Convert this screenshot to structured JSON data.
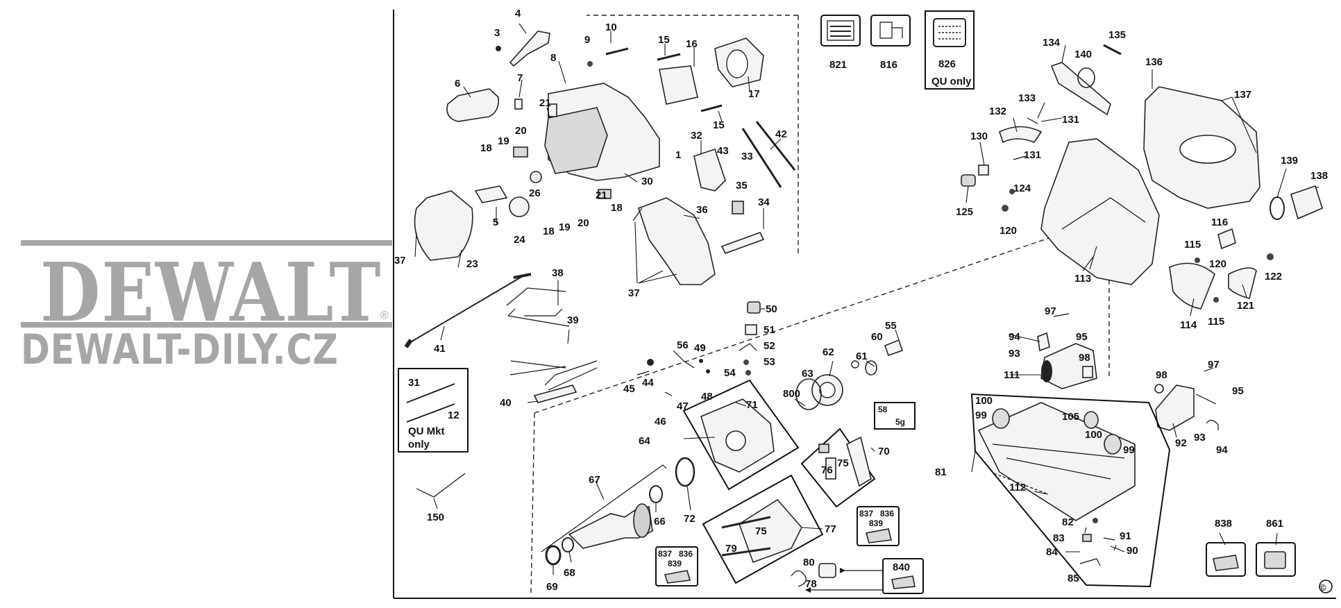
{
  "brand": {
    "name": "DEWALT",
    "registered_mark": "®",
    "website": "DEWALT-DILY.CZ"
  },
  "copyright_mark": "©",
  "boxes": {
    "qu_mkt_only": {
      "label_line1": "QU Mkt",
      "label_line2": "only",
      "parts": [
        "31",
        "12"
      ]
    },
    "qu_only": {
      "part": "826",
      "label": "QU only"
    },
    "doc_821": "821",
    "doc_816": "816"
  },
  "callouts": [
    {
      "id": "p3",
      "text": "3"
    },
    {
      "id": "p4",
      "text": "4"
    },
    {
      "id": "p9",
      "text": "9"
    },
    {
      "id": "p10",
      "text": "10"
    },
    {
      "id": "p15a",
      "text": "15"
    },
    {
      "id": "p16",
      "text": "16"
    },
    {
      "id": "p17",
      "text": "17"
    },
    {
      "id": "p8",
      "text": "8"
    },
    {
      "id": "p6",
      "text": "6"
    },
    {
      "id": "p7",
      "text": "7"
    },
    {
      "id": "p21a",
      "text": "21"
    },
    {
      "id": "p15b",
      "text": "15"
    },
    {
      "id": "p20a",
      "text": "20"
    },
    {
      "id": "p18a",
      "text": "18"
    },
    {
      "id": "p19a",
      "text": "19"
    },
    {
      "id": "p32",
      "text": "32"
    },
    {
      "id": "p42",
      "text": "42"
    },
    {
      "id": "p43",
      "text": "43"
    },
    {
      "id": "p33",
      "text": "33"
    },
    {
      "id": "p1",
      "text": "1"
    },
    {
      "id": "p30",
      "text": "30"
    },
    {
      "id": "p21b",
      "text": "21"
    },
    {
      "id": "p18b",
      "text": "18"
    },
    {
      "id": "p26",
      "text": "26"
    },
    {
      "id": "p35",
      "text": "35"
    },
    {
      "id": "p5",
      "text": "5"
    },
    {
      "id": "p18c",
      "text": "18"
    },
    {
      "id": "p19b",
      "text": "19"
    },
    {
      "id": "p20b",
      "text": "20"
    },
    {
      "id": "p34",
      "text": "34"
    },
    {
      "id": "p36",
      "text": "36"
    },
    {
      "id": "p24",
      "text": "24"
    },
    {
      "id": "p23",
      "text": "23"
    },
    {
      "id": "p37a",
      "text": "37"
    },
    {
      "id": "p37b",
      "text": "37"
    },
    {
      "id": "p38",
      "text": "38"
    },
    {
      "id": "p41",
      "text": "41"
    },
    {
      "id": "p39",
      "text": "39"
    },
    {
      "id": "p40",
      "text": "40"
    },
    {
      "id": "p50",
      "text": "50"
    },
    {
      "id": "p51",
      "text": "51"
    },
    {
      "id": "p52",
      "text": "52"
    },
    {
      "id": "p53",
      "text": "53"
    },
    {
      "id": "p54",
      "text": "54"
    },
    {
      "id": "p56",
      "text": "56"
    },
    {
      "id": "p49",
      "text": "49"
    },
    {
      "id": "p45",
      "text": "45"
    },
    {
      "id": "p44",
      "text": "44"
    },
    {
      "id": "p48",
      "text": "48"
    },
    {
      "id": "p47",
      "text": "47"
    },
    {
      "id": "p46",
      "text": "46"
    },
    {
      "id": "p71",
      "text": "71"
    },
    {
      "id": "p64",
      "text": "64"
    },
    {
      "id": "p62",
      "text": "62"
    },
    {
      "id": "p61",
      "text": "61"
    },
    {
      "id": "p60",
      "text": "60"
    },
    {
      "id": "p55",
      "text": "55"
    },
    {
      "id": "p63",
      "text": "63"
    },
    {
      "id": "p58",
      "text": "58"
    },
    {
      "id": "p800",
      "text": "800"
    },
    {
      "id": "p70",
      "text": "70"
    },
    {
      "id": "p76",
      "text": "76"
    },
    {
      "id": "p75a",
      "text": "75"
    },
    {
      "id": "p67",
      "text": "67"
    },
    {
      "id": "p66",
      "text": "66"
    },
    {
      "id": "p72",
      "text": "72"
    },
    {
      "id": "p68",
      "text": "68"
    },
    {
      "id": "p69",
      "text": "69"
    },
    {
      "id": "p150",
      "text": "150"
    },
    {
      "id": "p79",
      "text": "79"
    },
    {
      "id": "p75b",
      "text": "75"
    },
    {
      "id": "p77",
      "text": "77"
    },
    {
      "id": "p80",
      "text": "80"
    },
    {
      "id": "p78",
      "text": "78"
    },
    {
      "id": "p134",
      "text": "134"
    },
    {
      "id": "p135",
      "text": "135"
    },
    {
      "id": "p140",
      "text": "140"
    },
    {
      "id": "p136",
      "text": "136"
    },
    {
      "id": "p137",
      "text": "137"
    },
    {
      "id": "p133",
      "text": "133"
    },
    {
      "id": "p131a",
      "text": "131"
    },
    {
      "id": "p132",
      "text": "132"
    },
    {
      "id": "p130",
      "text": "130"
    },
    {
      "id": "p131b",
      "text": "131"
    },
    {
      "id": "p139",
      "text": "139"
    },
    {
      "id": "p138",
      "text": "138"
    },
    {
      "id": "p124",
      "text": "124"
    },
    {
      "id": "p125",
      "text": "125"
    },
    {
      "id": "p120a",
      "text": "120"
    },
    {
      "id": "p116",
      "text": "116"
    },
    {
      "id": "p113",
      "text": "113"
    },
    {
      "id": "p115a",
      "text": "115"
    },
    {
      "id": "p120b",
      "text": "120"
    },
    {
      "id": "p122",
      "text": "122"
    },
    {
      "id": "p121",
      "text": "121"
    },
    {
      "id": "p114",
      "text": "114"
    },
    {
      "id": "p115b",
      "text": "115"
    },
    {
      "id": "p97a",
      "text": "97"
    },
    {
      "id": "p94a",
      "text": "94"
    },
    {
      "id": "p95a",
      "text": "95"
    },
    {
      "id": "p93a",
      "text": "93"
    },
    {
      "id": "p98a",
      "text": "98"
    },
    {
      "id": "p111",
      "text": "111"
    },
    {
      "id": "p98b",
      "text": "98"
    },
    {
      "id": "p97b",
      "text": "97"
    },
    {
      "id": "p95b",
      "text": "95"
    },
    {
      "id": "p100a",
      "text": "100"
    },
    {
      "id": "p99a",
      "text": "99"
    },
    {
      "id": "p105",
      "text": "105"
    },
    {
      "id": "p100b",
      "text": "100"
    },
    {
      "id": "p99b",
      "text": "99"
    },
    {
      "id": "p92",
      "text": "92"
    },
    {
      "id": "p93b",
      "text": "93"
    },
    {
      "id": "p94b",
      "text": "94"
    },
    {
      "id": "p81",
      "text": "81"
    },
    {
      "id": "p112",
      "text": "112"
    },
    {
      "id": "p82",
      "text": "82"
    },
    {
      "id": "p83",
      "text": "83"
    },
    {
      "id": "p91",
      "text": "91"
    },
    {
      "id": "p84",
      "text": "84"
    },
    {
      "id": "p90",
      "text": "90"
    },
    {
      "id": "p85",
      "text": "85"
    },
    {
      "id": "p838",
      "text": "838"
    },
    {
      "id": "p861",
      "text": "861"
    }
  ],
  "kits": {
    "kit_a": {
      "labels": [
        "837",
        "836",
        "839"
      ]
    },
    "kit_b": {
      "labels": [
        "837",
        "836",
        "839"
      ]
    },
    "kit_840": {
      "label": "840"
    },
    "kit_800_sub": "5g"
  }
}
